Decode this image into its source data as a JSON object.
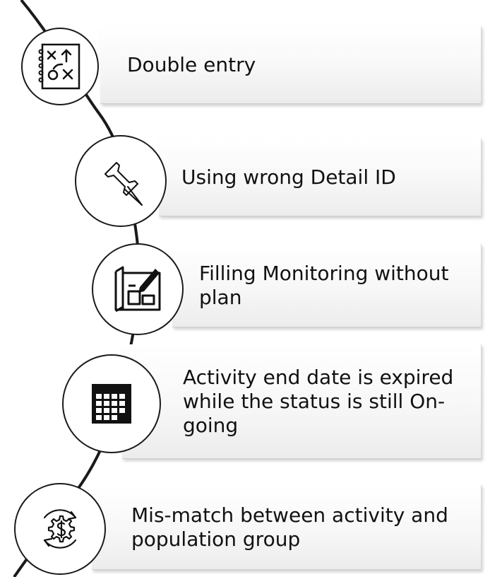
{
  "items": [
    {
      "label": "Double entry",
      "icon": "strategy-playbook-icon"
    },
    {
      "label": "Using wrong Detail ID",
      "icon": "pushpin-icon"
    },
    {
      "label": "Filling Monitoring without plan",
      "icon": "blueprint-edit-icon"
    },
    {
      "label": "Activity end date is expired while the status is still On-going",
      "icon": "calendar-icon"
    },
    {
      "label": "Mis-match between activity and population group",
      "icon": "money-cycle-gear-icon"
    }
  ],
  "colors": {
    "line": "#1a1a1a",
    "card_top": "#ffffff",
    "card_bottom": "#ececec",
    "text": "#111111"
  }
}
